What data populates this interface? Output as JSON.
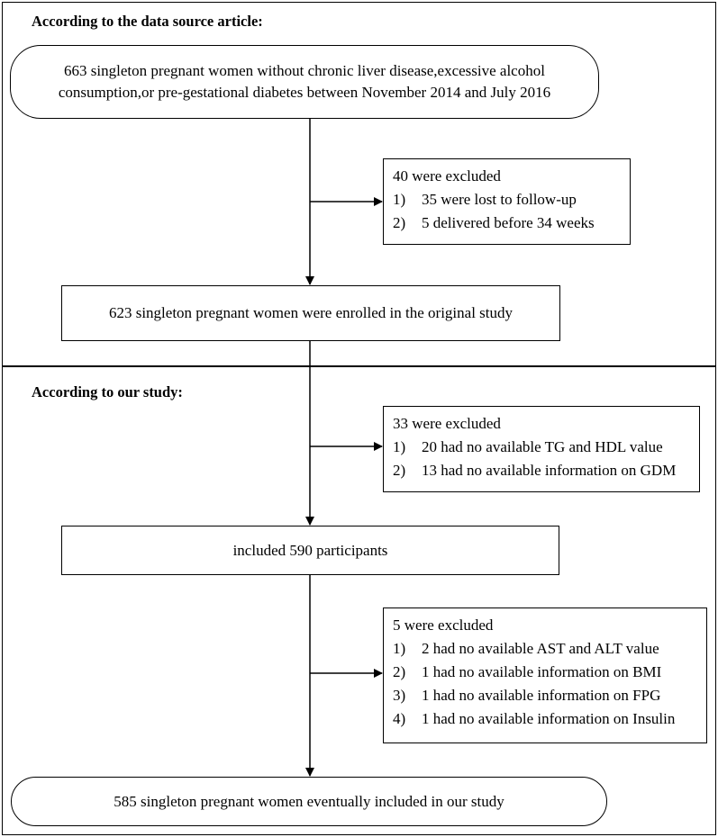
{
  "sections": {
    "source": {
      "title": "According to the data source article:"
    },
    "ours": {
      "title": "According to our study:"
    }
  },
  "boxes": {
    "initial": {
      "line1": "663 singleton pregnant women without chronic liver disease,excessive alcohol",
      "line2": "consumption,or pre-gestational diabetes between November 2014 and July 2016"
    },
    "exclusion1": {
      "title": "40 were excluded",
      "items": [
        {
          "num": "1)",
          "text": "35 were lost to follow-up"
        },
        {
          "num": "2)",
          "text": "5 delivered before 34 weeks"
        }
      ]
    },
    "enrolled": {
      "text": "623 singleton pregnant women were enrolled in the original study"
    },
    "exclusion2": {
      "title": "33 were excluded",
      "items": [
        {
          "num": "1)",
          "text": "20 had no available TG and HDL value"
        },
        {
          "num": "2)",
          "text": "13 had no available information on GDM"
        }
      ]
    },
    "included": {
      "text": "included 590 participants"
    },
    "exclusion3": {
      "title": "5 were excluded",
      "items": [
        {
          "num": "1)",
          "text": "2 had no available AST and ALT value"
        },
        {
          "num": "2)",
          "text": "1 had no available information on BMI"
        },
        {
          "num": "3)",
          "text": "1 had no available information on FPG"
        },
        {
          "num": "4)",
          "text": "1 had no available information on Insulin"
        }
      ]
    },
    "final": {
      "text": "585 singleton pregnant women eventually included in our study"
    }
  }
}
